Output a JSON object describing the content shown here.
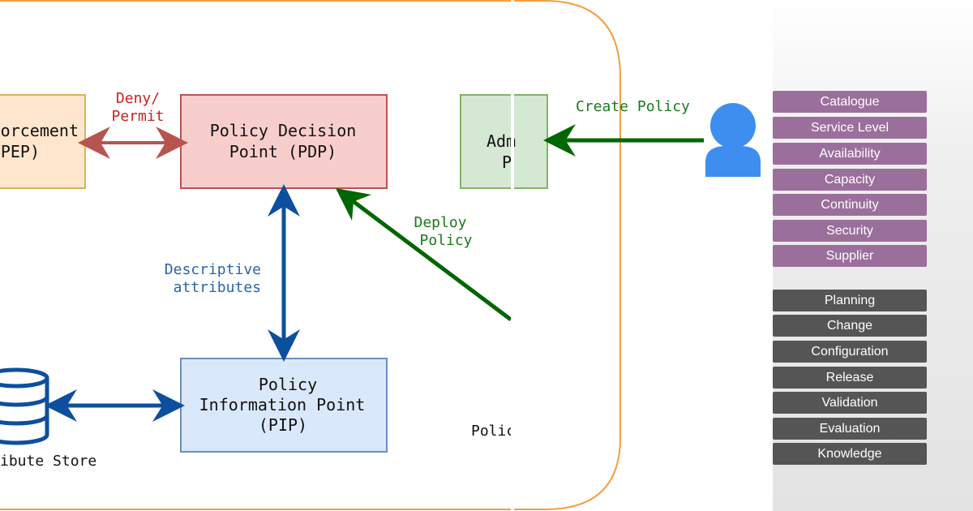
{
  "diagram": {
    "pep": {
      "line1": "orcement",
      "line2": "PEP)"
    },
    "pdp": {
      "line1": "Policy Decision",
      "line2": "Point (PDP)"
    },
    "pap": {
      "line1": "Adm",
      "line2": "P"
    },
    "pip": {
      "line1": "Policy",
      "line2": "Information Point",
      "line3": "(PIP)"
    },
    "labels": {
      "deny": "Deny/",
      "permit": "Permit",
      "create_policy": "Create Policy",
      "deploy": "Deploy",
      "policy": "Policy",
      "descriptive": "Descriptive",
      "attributes": "attributes",
      "attribute_store": "ibute Store",
      "polic": "Polic"
    },
    "icons": {
      "user": "user-icon",
      "database": "database-icon"
    },
    "colors": {
      "pep_fill": "#ffe6cc",
      "pep_stroke": "#d6b656",
      "pdp_fill": "#f8cecc",
      "pdp_stroke": "#b85450",
      "pap_fill": "#d5e8d4",
      "pap_stroke": "#82b366",
      "pip_fill": "#dae8fc",
      "pip_stroke": "#6c8ebf",
      "red_arrow": "#b85450",
      "green_arrow": "#006600",
      "blue_arrow": "#0d4f9e",
      "boundary": "#f0a040",
      "user": "#3d8eef"
    }
  },
  "side_panel": {
    "service_design": [
      "Catalogue",
      "Service Level",
      "Availability",
      "Capacity",
      "Continuity",
      "Security",
      "Supplier"
    ],
    "service_transition": [
      "Planning",
      "Change",
      "Configuration",
      "Release",
      "Validation",
      "Evaluation",
      "Knowledge"
    ]
  }
}
